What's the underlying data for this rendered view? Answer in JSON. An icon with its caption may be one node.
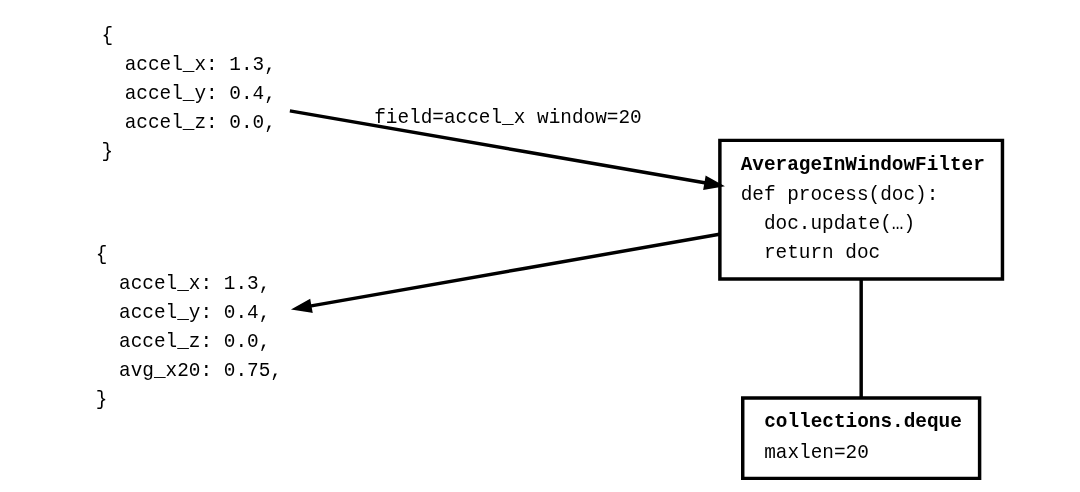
{
  "diagram": {
    "nodes": [
      {
        "text": [
          "{",
          "accel_x: 1.3,",
          "accel_y: 0.4,",
          "accel_z: 0.0,",
          "}"
        ]
      },
      {
        "text": [
          "AverageInWindowFilter",
          "def process(doc):",
          "doc.update(…)",
          "return doc"
        ]
      },
      {
        "text": [
          "collections.deque",
          "maxlen=20"
        ]
      },
      {
        "text": [
          "{",
          "accel_x: 1.3,",
          "accel_y: 0.4,",
          "accel_z: 0.0,",
          "avg_x20: 0.75,",
          "}"
        ]
      }
    ],
    "edges": [
      {
        "from": 0,
        "to": 1,
        "arrow": "to",
        "label": "field=accel_x window=20"
      },
      {
        "from": 1,
        "to": 3,
        "arrow": "to"
      },
      {
        "from": 1,
        "to": 2,
        "arrow": "none"
      }
    ]
  }
}
